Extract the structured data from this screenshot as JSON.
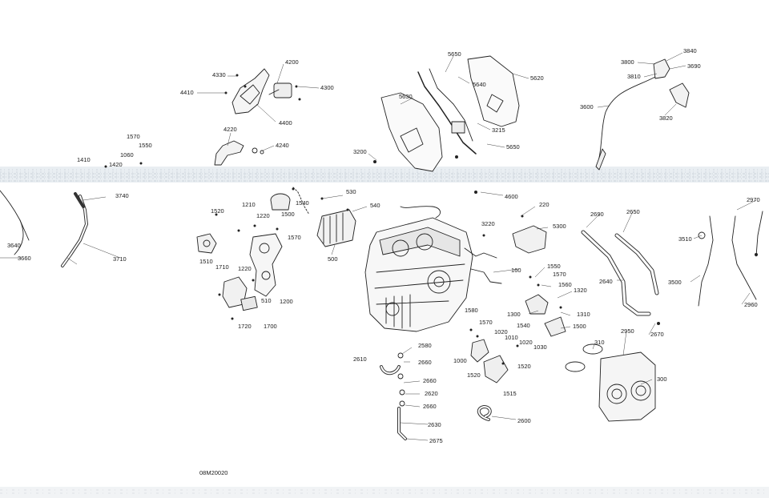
{
  "diagram": {
    "code": "08M20020",
    "part_numbers": [
      "4200",
      "4330",
      "4300",
      "4410",
      "4400",
      "4220",
      "4240",
      "5650",
      "5640",
      "5620",
      "5630",
      "3215",
      "5650",
      "3200",
      "4600",
      "3800",
      "3840",
      "3810",
      "3690",
      "3600",
      "3820",
      "1570",
      "1550",
      "1060",
      "1410",
      "1420",
      "3740",
      "3710",
      "3640",
      "3660",
      "1520",
      "1210",
      "1220",
      "1510",
      "1570",
      "1500",
      "1540",
      "530",
      "540",
      "500",
      "1710",
      "1220",
      "510",
      "1200",
      "1720",
      "1700",
      "220",
      "3220",
      "5300",
      "160",
      "1550",
      "1570",
      "1560",
      "1320",
      "1300",
      "1310",
      "1540",
      "1500",
      "1580",
      "1570",
      "1020",
      "1010",
      "1020",
      "1030",
      "1000",
      "1520",
      "1520",
      "1515",
      "2580",
      "2610",
      "2660",
      "2660",
      "2620",
      "2660",
      "2630",
      "2675",
      "2600",
      "2690",
      "2650",
      "2640",
      "2670",
      "3510",
      "3500",
      "2970",
      "2960",
      "310",
      "2950",
      "300"
    ]
  }
}
